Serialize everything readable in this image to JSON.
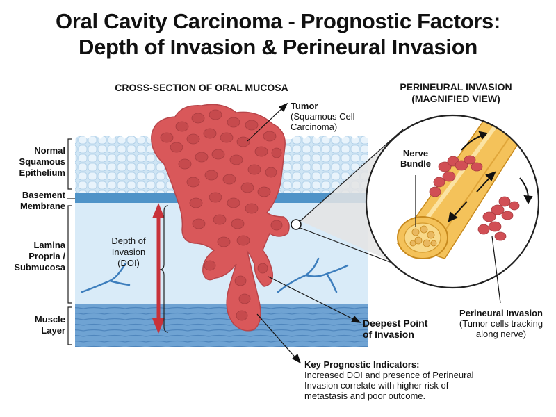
{
  "title": {
    "line1": "Oral Cavity Carcinoma - Prognostic Factors:",
    "line2": "Depth of Invasion & Perineural Invasion"
  },
  "left_heading": "CROSS-SECTION OF ORAL MUCOSA",
  "right_heading": {
    "line1": "PERINEURAL INVASION",
    "line2": "(MAGNIFIED VIEW)"
  },
  "layers": {
    "epithelium": [
      "Normal",
      "Squamous",
      "Epithelium"
    ],
    "basement": [
      "Basement",
      "Membrane"
    ],
    "lamina": [
      "Lamina",
      "Propria /",
      "Submucosa"
    ],
    "muscle": [
      "Muscle",
      "Layer"
    ]
  },
  "tumor": {
    "label": "Tumor",
    "sub": [
      "(Squamous Cell",
      "Carcinoma)"
    ]
  },
  "doi": [
    "Depth of",
    "Invasion",
    "(DOI)"
  ],
  "deepest_point": [
    "Deepest Point",
    "of Invasion"
  ],
  "nerve_bundle": [
    "Nerve",
    "Bundle"
  ],
  "perineural": {
    "label": "Perineural Invasion",
    "sub": [
      "(Tumor cells tracking",
      "along nerve)"
    ]
  },
  "key": {
    "label": "Key Prognostic Indicators:",
    "lines": [
      "Increased DOI and presence of Perineural",
      "Invasion correlate with higher risk of",
      "metastasis and poor outcome."
    ]
  },
  "colors": {
    "epithelium": "#cfe5f4",
    "epithelium_cell": "#e8f3fb",
    "basement": "#4f93c8",
    "lamina": "#d9ebf8",
    "muscle": "#6fa3d3",
    "tumor": "#d9585a",
    "tumor_cell": "#c64a4d",
    "nerve": "#f4c25a",
    "doi_arrow": "#c8323a"
  }
}
